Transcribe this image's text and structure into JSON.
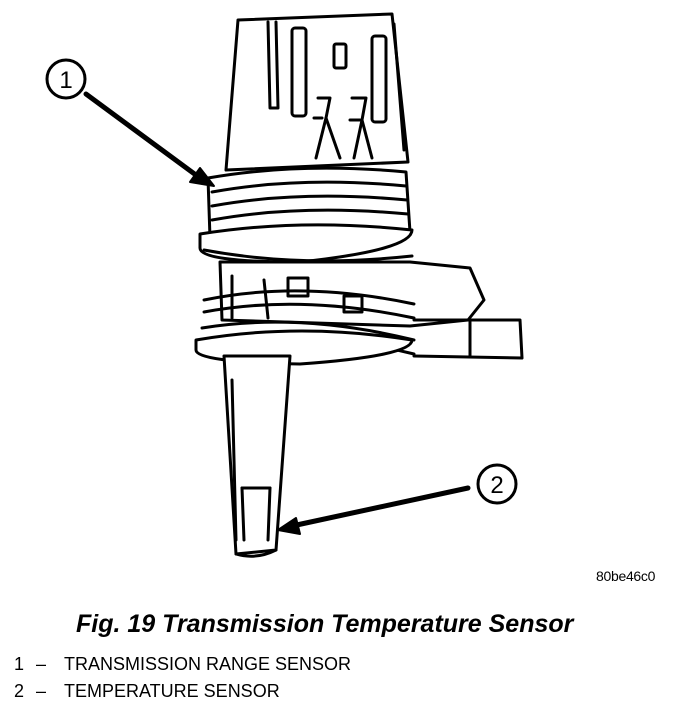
{
  "figure": {
    "callouts": [
      {
        "number": "1"
      },
      {
        "number": "2"
      }
    ],
    "image_code": "80be46c0",
    "caption": "Fig. 19 Transmission Temperature Sensor"
  },
  "legend": [
    {
      "number": "1",
      "dash": "–",
      "label": "TRANSMISSION RANGE SENSOR"
    },
    {
      "number": "2",
      "dash": "–",
      "label": "TEMPERATURE SENSOR"
    }
  ],
  "colors": {
    "ink": "#000000",
    "paper": "#ffffff"
  }
}
